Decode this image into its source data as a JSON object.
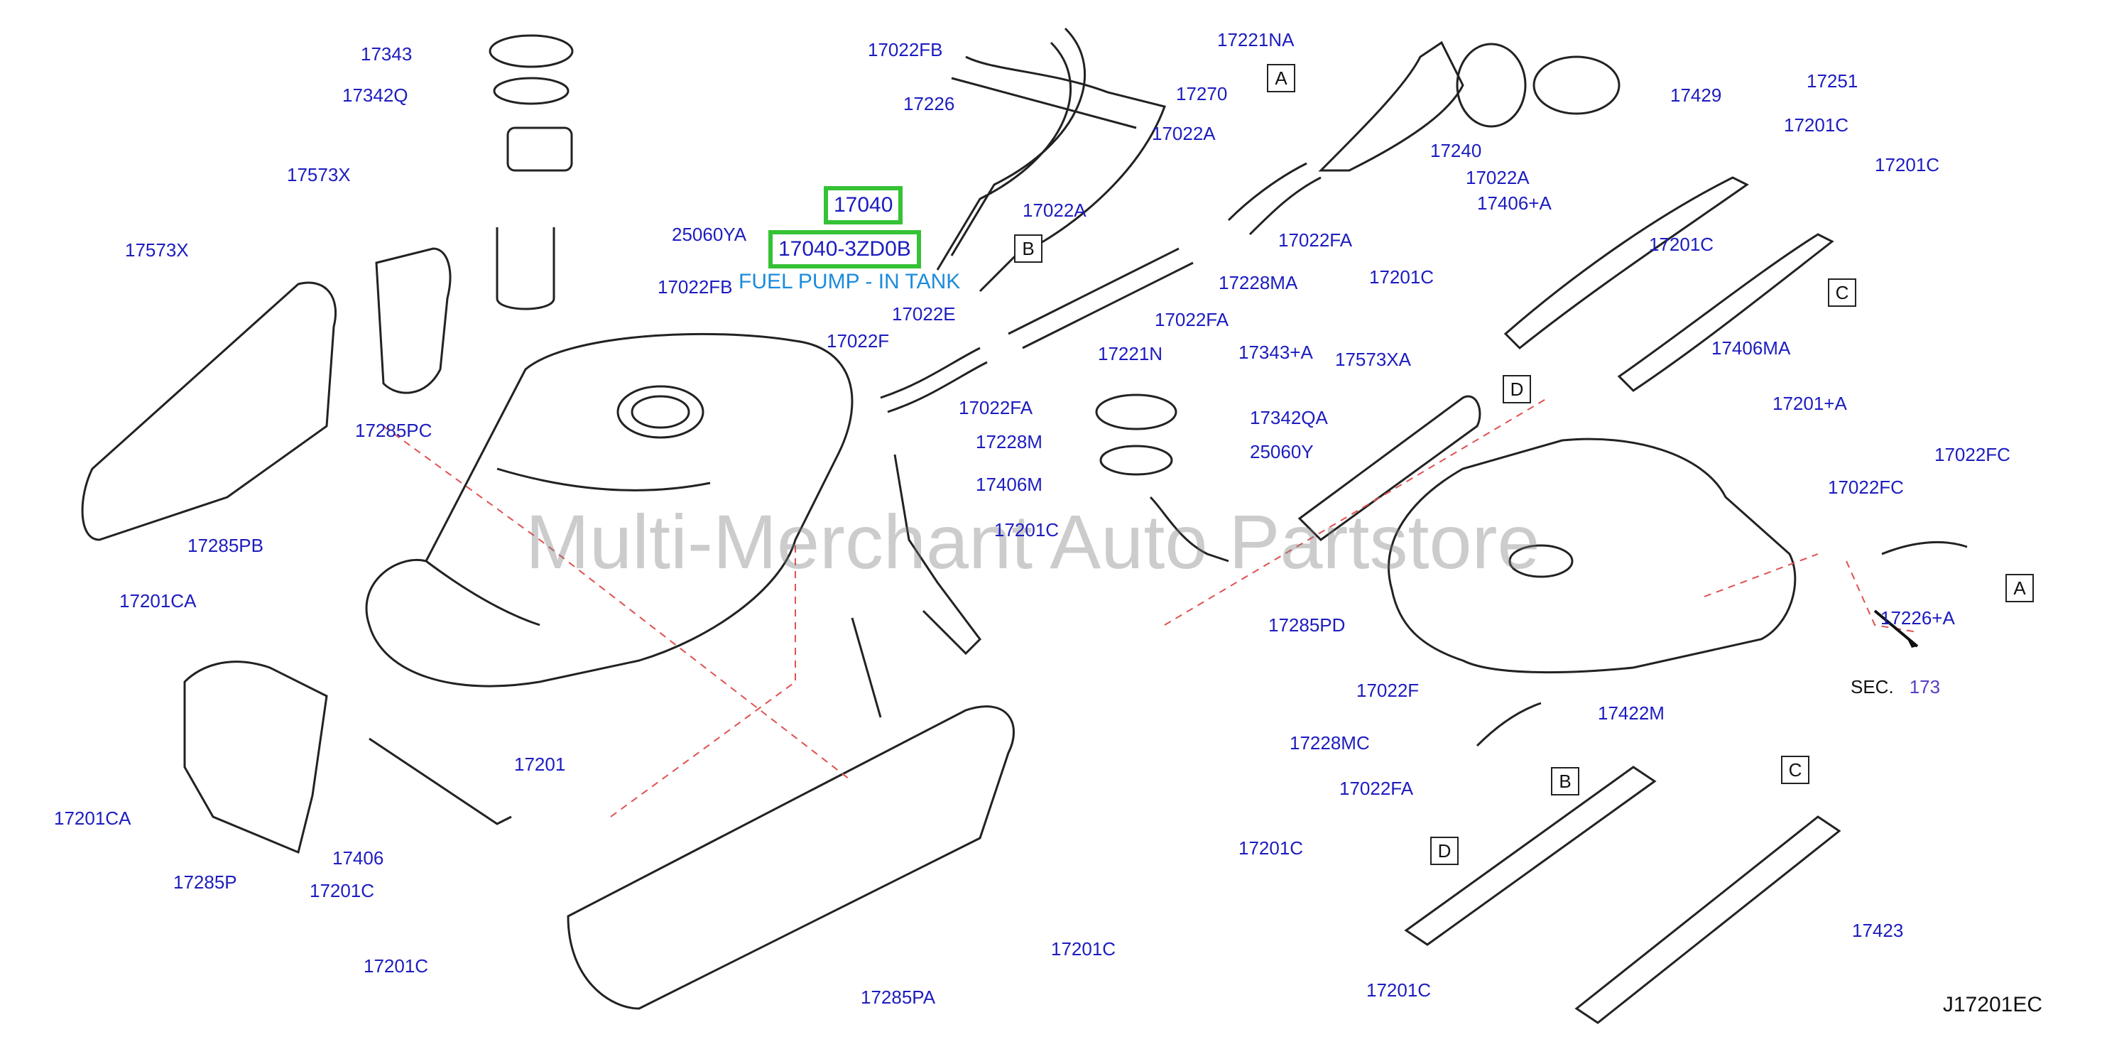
{
  "diagram_code": "J17201EC",
  "watermark": "Multi-Merchant Auto Partstore",
  "highlight": {
    "part": "17040",
    "subpart": "17040-3ZD0B",
    "description": "FUEL PUMP - IN TANK"
  },
  "section_ref": {
    "prefix": "SEC.",
    "number": "173"
  },
  "callouts": {
    "a": "A",
    "b": "B",
    "c": "C",
    "d": "D"
  },
  "parts": {
    "p17343": "17343",
    "p17342q": "17342Q",
    "p17573x_a": "17573X",
    "p17573x_b": "17573X",
    "p25060ya": "25060YA",
    "p17022fb_a": "17022FB",
    "p17022fb_b": "17022FB",
    "p17226": "17226",
    "p17270": "17270",
    "p17022e": "17022E",
    "p17022a_a": "17022A",
    "p17022a_b": "17022A",
    "p17022a_c": "17022A",
    "p17221na": "17221NA",
    "p17240": "17240",
    "p17251": "17251",
    "p17429": "17429",
    "p17201c_1": "17201C",
    "p17201c_2": "17201C",
    "p17201c_3": "17201C",
    "p17201c_4": "17201C",
    "p17201c_5": "17201C",
    "p17201c_6": "17201C",
    "p17201c_7": "17201C",
    "p17201c_8": "17201C",
    "p17201c_9": "17201C",
    "p17201c_10": "17201C",
    "p17406a": "17406+A",
    "p17406ma": "17406MA",
    "p17022fa_1": "17022FA",
    "p17022fa_2": "17022FA",
    "p17022fa_3": "17022FA",
    "p17022fa_4": "17022FA",
    "p17228ma": "17228MA",
    "p17221n": "17221N",
    "p17022f_a": "17022F",
    "p17022f_b": "17022F",
    "p17228m": "17228M",
    "p17406m": "17406M",
    "p17285pc": "17285PC",
    "p17285pb": "17285PB",
    "p17573xa": "17573XA",
    "p17343a": "17343+A",
    "p17342qa": "17342QA",
    "p25060y": "25060Y",
    "p17285pd": "17285PD",
    "p17201a": "17201+A",
    "p17022fc_a": "17022FC",
    "p17022fc_b": "17022FC",
    "p17226a": "17226+A",
    "p17201ca_a": "17201CA",
    "p17201ca_b": "17201CA",
    "p17285p": "17285P",
    "p17201": "17201",
    "p17406": "17406",
    "p17285pa": "17285PA",
    "p17228mc": "17228MC",
    "p17422m": "17422M",
    "p17423": "17423"
  }
}
